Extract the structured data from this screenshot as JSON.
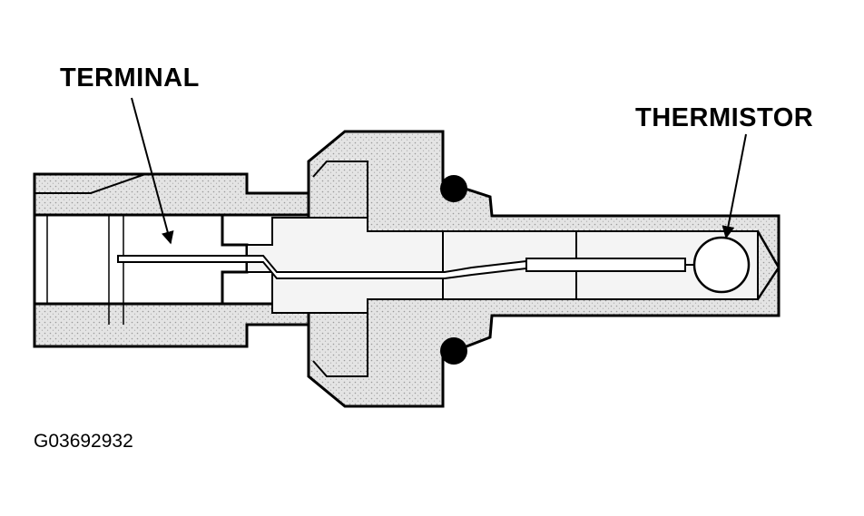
{
  "labels": {
    "terminal": "TERMINAL",
    "thermistor": "THERMISTOR"
  },
  "figure_id": "G03692932",
  "colors": {
    "line": "#000000",
    "fill": "#dcdcdc",
    "background": "#ffffff"
  }
}
